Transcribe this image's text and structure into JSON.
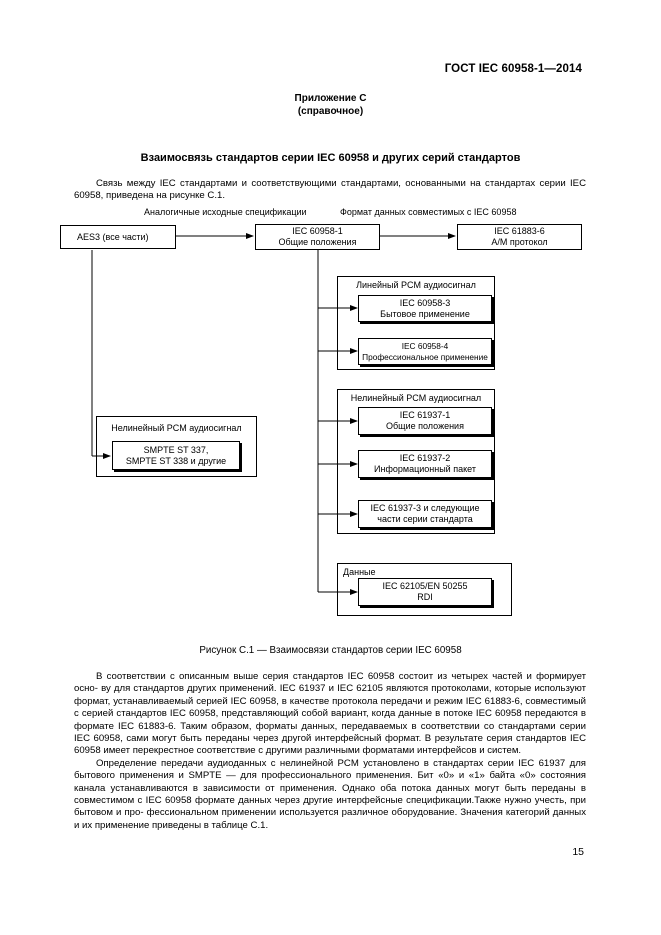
{
  "header": {
    "standard": "ГОСТ IEC 60958-1—2014"
  },
  "appendix": {
    "title": "Приложение С",
    "note": "(справочное)"
  },
  "section_title": "Взаимосвязь стандартов серии IEC 60958 и других серий стандартов",
  "intro": "Связь между IEC стандартами и соответствующими стандартами, основанными на стандартах серии IEC 60958, приведена на рисунке С.1.",
  "diagram": {
    "label_analog": "Аналогичные исходные спецификации",
    "label_format": "Формат данных  совместимых с IEC 60958",
    "aes3": "AES3 (все части)",
    "center_l1": "IEC 60958-1",
    "center_l2": "Общие положения",
    "right_l1": "IEC 61883-6",
    "right_l2": "A/M протокол",
    "linear_group": "Линейный PCM аудиосигнал",
    "b3_l1": "IEC 60958-3",
    "b3_l2": "Бытовое применение",
    "b4_l1": "IEC 60958-4",
    "b4_l2": "Профессиональное применение",
    "nonlinear_group": "Нелинейный PCM аудиосигнал",
    "n1_l1": "IEC 61937-1",
    "n1_l2": "Общие положения",
    "n2_l1": "IEC 61937-2",
    "n2_l2": "Информационный пакет",
    "n3_l1": "IEC 61937-3 и следующие",
    "n3_l2": "части серии стандарта",
    "data_group": "Данные",
    "d1_l1": "IEC 62105/EN 50255",
    "d1_l2": "RDI",
    "left_group": "Нелинейный PCM аудиосигнал",
    "smpte_l1": "SMPTE ST 337,",
    "smpte_l2": "SMPTE ST 338 и другие"
  },
  "figure_caption": "Рисунок С.1 — Взаимосвязи стандартов серии IEC 60958",
  "paragraphs": [
    "В соответствии с описанным выше серия стандартов IEC 60958 состоит из четырех частей и формирует осно- ву для стандартов других применений. IEC 61937 и IEC 62105 являются протоколами, которые используют формат, устанавливаемый серией IEC 60958, в качестве протокола передачи и режим IEC 61883-6, совместимый с серией стандартов IEC 60958, представляющий собой вариант, когда данные в потоке IEC 60958 передаются в формате IEC 61883-6. Таким образом, форматы данных, передаваемых в соответствии со стандартами серии IEC 60958, сами могут быть переданы через другой интерфейсный формат. В результате серия стандартов IEC 60958 имеет перекрестное соответствие с другими различными форматами интерфейсов и систем.",
    "Определение передачи аудиоданных с нелинейной PCM установлено в стандартах серии IEC 61937 для бытового применения и SMPTE — для профессионального применения. Бит «0» и «1» байта «0» состояния канала устанавливаются в зависимости от применения. Однако оба потока данных могут быть переданы в совместимом с IEC 60958 формате данных через другие интерфейсные спецификации.Также нужно учесть, при бытовом и про- фессиональном применении используется различное оборудование. Значения категорий данных и их применение приведены в таблице С.1."
  ],
  "page_number": "15"
}
